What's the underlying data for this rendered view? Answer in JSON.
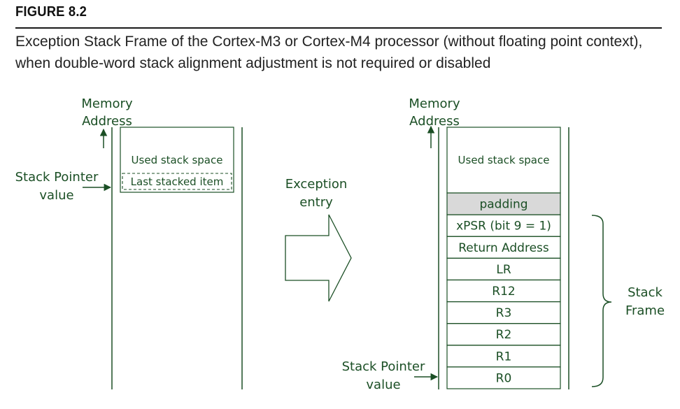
{
  "figure": {
    "label": "FIGURE 8.2",
    "caption": "Exception Stack Frame of the Cortex-M3 or Cortex-M4 processor (without floating point context), when double-word stack alignment adjustment is not required or disabled"
  },
  "left_panel": {
    "memory_label_1": "Memory",
    "memory_label_2": "Address",
    "sp_label_1": "Stack Pointer",
    "sp_label_2": "value",
    "used_space": "Used stack space",
    "last_item": "Last stacked item"
  },
  "middle": {
    "label_1": "Exception",
    "label_2": "entry"
  },
  "right_panel": {
    "memory_label_1": "Memory",
    "memory_label_2": "Address",
    "used_space": "Used stack space",
    "stack_items": [
      "padding",
      "xPSR (bit 9 = 1)",
      "Return Address",
      "LR",
      "R12",
      "R3",
      "R2",
      "R1",
      "R0"
    ],
    "sp_label_1": "Stack Pointer",
    "sp_label_2": "value",
    "frame_label_1": "Stack",
    "frame_label_2": "Frame"
  },
  "colors": {
    "diagram_text": "#1b4f25",
    "lines": "#1b4f25",
    "padding_fill": "#d9d9d9"
  }
}
